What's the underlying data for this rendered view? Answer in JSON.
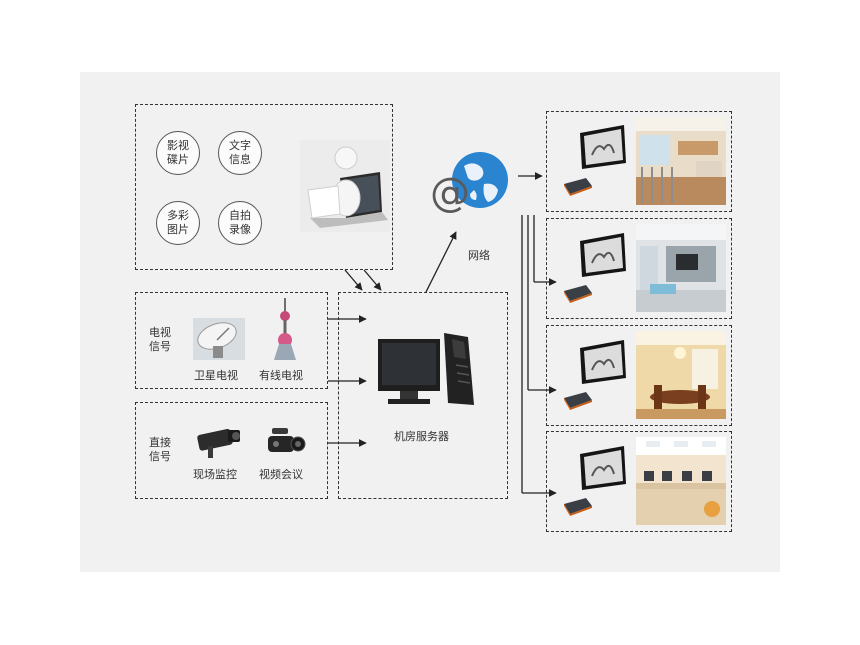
{
  "circles": [
    {
      "text": "影视碟片"
    },
    {
      "text": "文字信息"
    },
    {
      "text": "多彩图片"
    },
    {
      "text": "自拍录像"
    }
  ],
  "tv_signal": {
    "title": "电视信号",
    "items": [
      "卫星电视",
      "有线电视"
    ]
  },
  "direct_signal": {
    "title": "直接信号",
    "items": [
      "现场监控",
      "视频会议"
    ]
  },
  "network_label": "网络",
  "server_label": "机房服务器",
  "icons": [
    "user-at-laptop-icon",
    "at-globe-icon",
    "satellite-dish-icon",
    "tv-tower-icon",
    "surveillance-camera-icon",
    "video-camera-icon",
    "desktop-computer-icon",
    "monitor-icon",
    "media-player-icon"
  ],
  "colors": {
    "canvas": "#f2f1f1",
    "globe": "#2a84d0",
    "player": "#e46a1c"
  }
}
